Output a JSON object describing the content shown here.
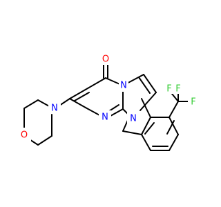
{
  "molecule": {
    "atoms": [
      {
        "symbol": "O",
        "color": "#ff0000"
      },
      {
        "symbol": "N",
        "color": "#0000ff"
      },
      {
        "symbol": "N",
        "color": "#0000ff"
      },
      {
        "symbol": "N",
        "color": "#0000ff"
      },
      {
        "symbol": "N",
        "color": "#0000ff"
      },
      {
        "symbol": "O",
        "color": "#ff0000"
      },
      {
        "symbol": "F",
        "color": "#33cc33"
      },
      {
        "symbol": "F",
        "color": "#33cc33"
      },
      {
        "symbol": "F",
        "color": "#33cc33"
      }
    ]
  }
}
